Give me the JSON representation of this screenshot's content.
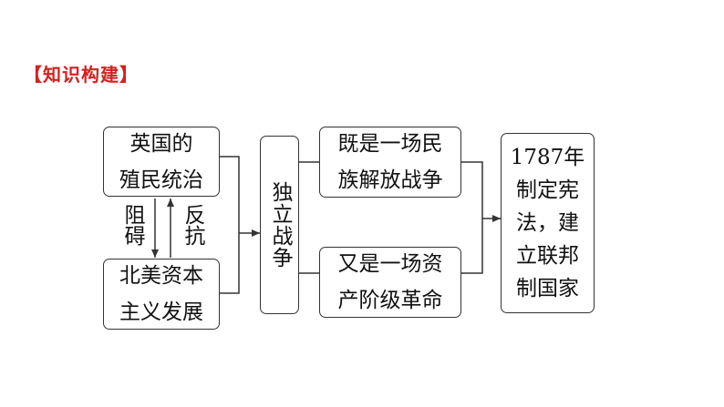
{
  "heading": "【知识构建】",
  "diagram": {
    "box_colonial": {
      "line1": "英国的",
      "line2": "殖民统治"
    },
    "box_capitalism": {
      "line1": "北美资本",
      "line2": "主义发展"
    },
    "label_hinder": "阻碍",
    "label_resist": "反抗",
    "box_war": "独立战争",
    "box_liberation": {
      "line1": "既是一场民",
      "line2": "族解放战争"
    },
    "box_revolution": {
      "line1": "又是一场资",
      "line2": "产阶级革命"
    },
    "box_constitution": {
      "line1": "1787年",
      "line2": "制定宪",
      "line3": "法，建",
      "line4": "立联邦",
      "line5": "制国家"
    }
  },
  "colors": {
    "heading": "#d62020",
    "lines": "#333333"
  }
}
